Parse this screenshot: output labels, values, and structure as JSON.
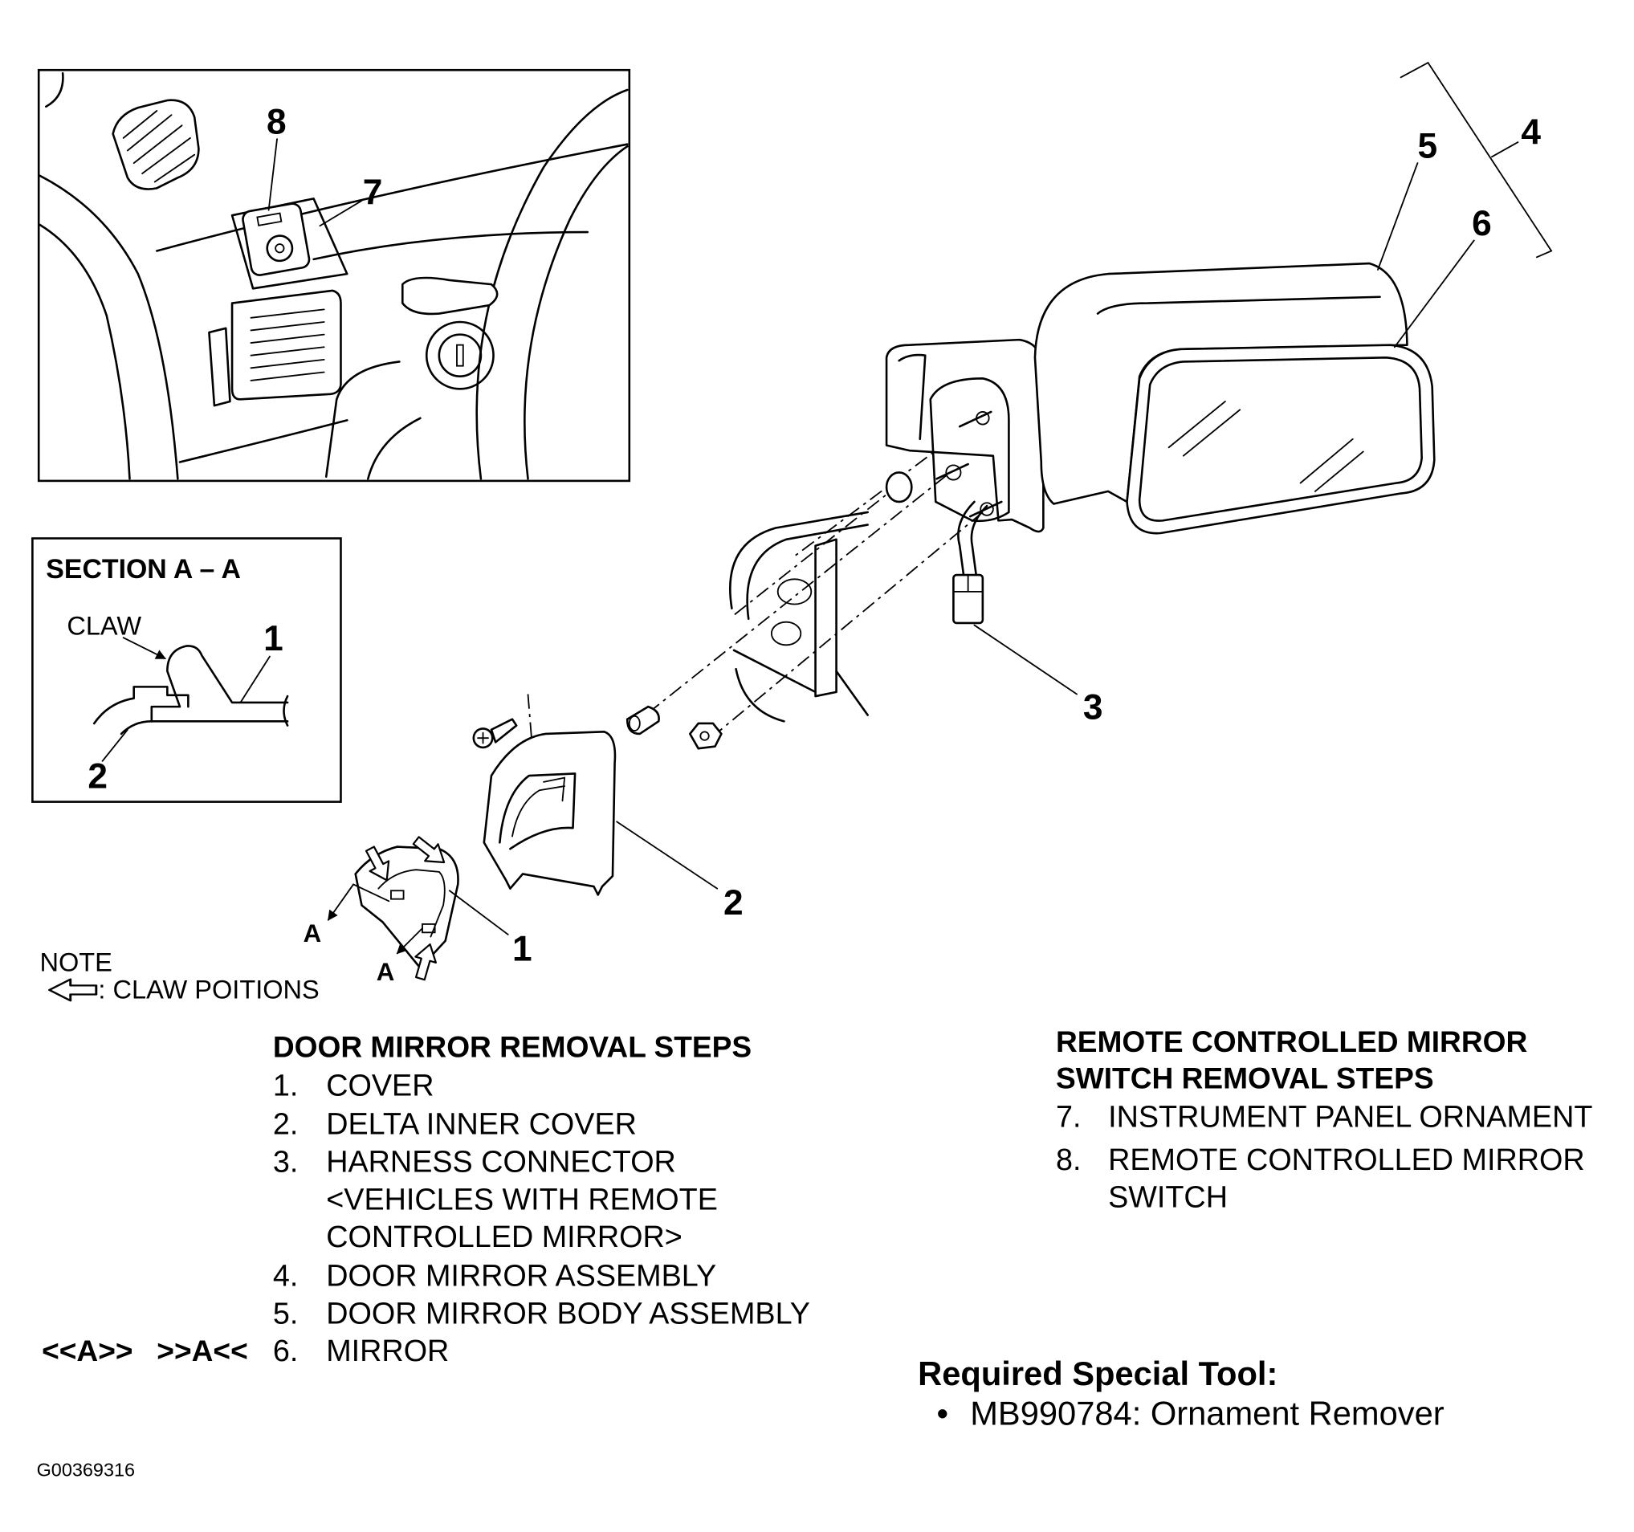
{
  "figure_id": "G00369316",
  "inset": {
    "callout_8": "8",
    "callout_7": "7"
  },
  "section_aa": {
    "title": "SECTION A – A",
    "claw_label": "CLAW",
    "callout_1": "1",
    "callout_2": "2"
  },
  "callouts": {
    "one": "1",
    "two": "2",
    "three": "3",
    "four": "4",
    "five": "5",
    "six": "6"
  },
  "section_markers": {
    "upper": "A",
    "lower": "A"
  },
  "note": {
    "label": "NOTE",
    "legend": ": CLAW POITIONS"
  },
  "door_mirror_removal": {
    "title": "DOOR MIRROR REMOVAL STEPS",
    "service_marks": [
      "<<A>>",
      ">>A<<"
    ],
    "steps": [
      {
        "number": "1.",
        "lines": [
          "COVER"
        ]
      },
      {
        "number": "2.",
        "lines": [
          "DELTA INNER COVER"
        ]
      },
      {
        "number": "3.",
        "lines": [
          "HARNESS CONNECTOR",
          "<VEHICLES WITH REMOTE",
          "CONTROLLED MIRROR>"
        ]
      },
      {
        "number": "4.",
        "lines": [
          "DOOR MIRROR ASSEMBLY"
        ]
      },
      {
        "number": "5.",
        "lines": [
          "DOOR MIRROR BODY ASSEMBLY"
        ]
      },
      {
        "number": "6.",
        "lines": [
          "MIRROR"
        ]
      }
    ]
  },
  "switch_removal": {
    "title_lines": [
      "REMOTE CONTROLLED MIRROR",
      "SWITCH REMOVAL STEPS"
    ],
    "steps": [
      {
        "number": "7.",
        "lines": [
          "INSTRUMENT PANEL ORNAMENT"
        ]
      },
      {
        "number": "8.",
        "lines": [
          "REMOTE CONTROLLED MIRROR",
          "SWITCH"
        ]
      }
    ]
  },
  "special_tool": {
    "title": "Required Special Tool:",
    "bullet": "•",
    "items": [
      "MB990784: Ornament Remover"
    ]
  },
  "icons": {
    "note_icon": "hollow-left-arrow-icon",
    "claw_position_icon": "hollow-arrow-icon"
  },
  "colors": {
    "ink": "#000000",
    "paper": "#ffffff"
  }
}
